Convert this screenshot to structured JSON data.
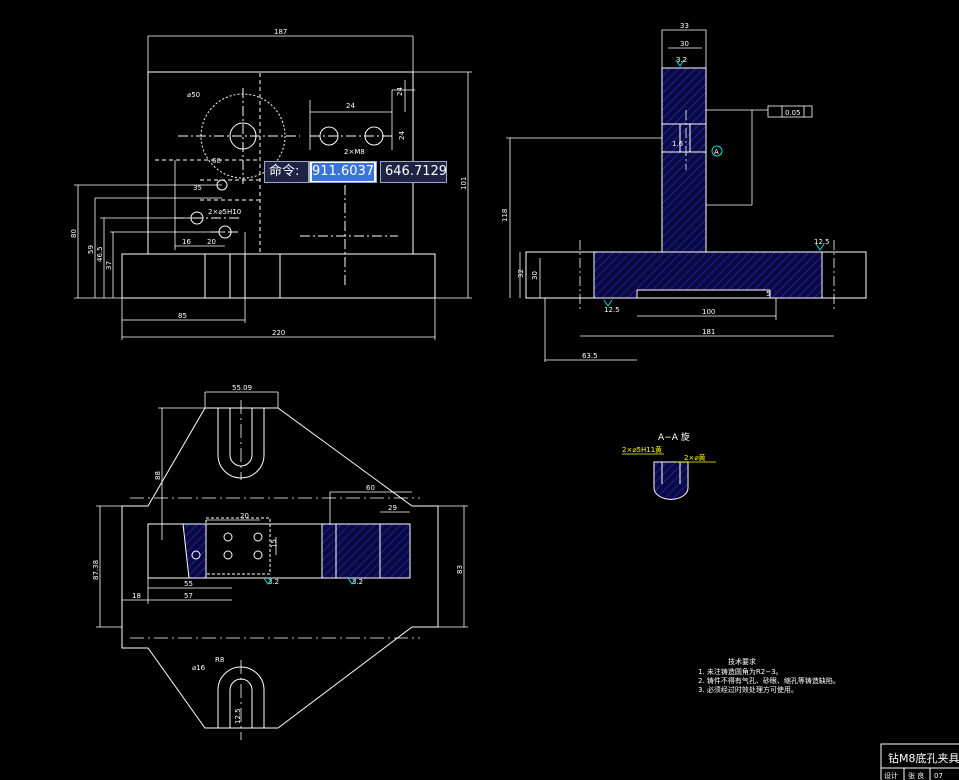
{
  "command_input": {
    "label": "命令:",
    "x_value": "911.6037",
    "y_value": "646.7129"
  },
  "colors": {
    "background": "#000000",
    "outline": "#ffffff",
    "dimension": "#ffffff",
    "hatch": "#2a2ad8",
    "center_line": "#ffffff",
    "dimension_text": "#ffff00",
    "roughness": "#00e0e0"
  },
  "front_view": {
    "dims": {
      "top_width": "187",
      "phi50": "⌀50",
      "d24": "24",
      "d24b": "24",
      "d24c": "24",
      "holes": "2×M8",
      "d60": "60",
      "d35": "35",
      "hole_spec": "2×⌀5H10",
      "d16": "16",
      "d20": "20",
      "h80": "80",
      "h59": "59",
      "h46": "46.5",
      "h37": "37",
      "d85": "85",
      "d220": "220",
      "h101": "101"
    }
  },
  "side_view": {
    "dims": {
      "d33": "33",
      "d30": "30",
      "r3": "3.2",
      "r16": "1.6",
      "tol": "0.05",
      "datum": "A",
      "h118": "118",
      "h32": "32",
      "h30": "30",
      "d100": "100",
      "d181": "181",
      "d63": "63.5",
      "r125": "12.5",
      "r125b": "12.5",
      "d5": "5"
    }
  },
  "top_view": {
    "dims": {
      "d55": "55.09",
      "d60": "60",
      "d29": "29",
      "d20": "20",
      "d15": "15",
      "d55b": "55",
      "d57": "57",
      "d18": "18",
      "h8738": "87.38",
      "h83": "83",
      "h88": "88",
      "r32": "3.2",
      "r32b": "3.2",
      "phi16": "⌀16",
      "r8": "R8",
      "r125": "12.5"
    }
  },
  "section_view": {
    "title": "A−A  旋",
    "left_label": "2×⌀5H11",
    "right_label": "2×⌀黄",
    "label_b": "黄"
  },
  "notes": {
    "title": "技术要求",
    "lines": [
      "1. 未注铸造圆角为R2−3。",
      "2. 铸件不得有气孔、砂眼、缩孔等铸造缺陷。",
      "3. 必须经过时效处理方可使用。"
    ]
  },
  "title_block": {
    "title": "钻M8底孔夹具",
    "row": [
      "设计",
      "张 良",
      "07"
    ]
  }
}
